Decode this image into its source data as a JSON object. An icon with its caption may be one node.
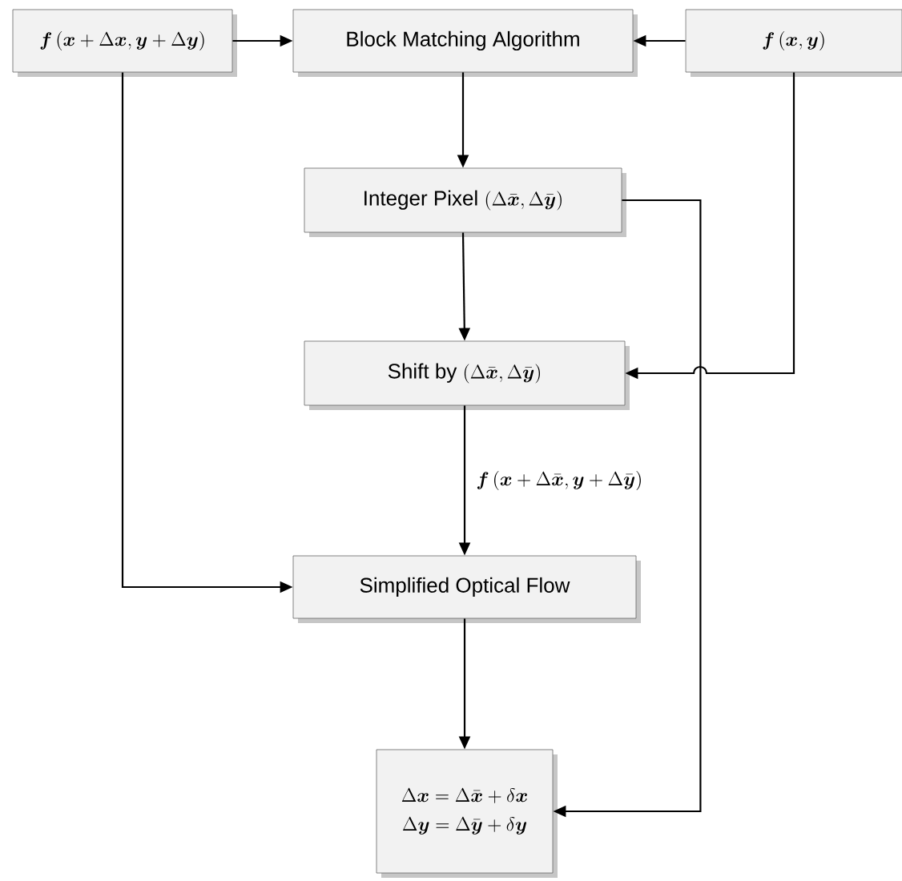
{
  "diagram": {
    "nodes": [
      {
        "text": [
          "\\boldsymbol{f}\\left(\\boldsymbol{x}+\\Delta\\boldsymbol{x},\\boldsymbol{y}+\\Delta\\boldsymbol{y}\\right)"
        ]
      },
      {
        "text": [
          "Block Matching Algorithm"
        ]
      },
      {
        "text": [
          "\\boldsymbol{f}\\left(\\boldsymbol{x},\\boldsymbol{y}\\right)"
        ]
      },
      {
        "text": [
          "Integer Pixel",
          "\\left(\\Delta\\bar{\\boldsymbol{x}},\\Delta\\bar{\\boldsymbol{y}}\\right)"
        ]
      },
      {
        "text": [
          "Shift by",
          "\\left(\\Delta\\bar{\\boldsymbol{x}},\\Delta\\bar{\\boldsymbol{y}}\\right)"
        ]
      },
      {
        "text": [
          "Simplified Optical Flow"
        ]
      },
      {
        "text": [
          "\\Delta\\boldsymbol{x}=\\Delta\\bar{\\boldsymbol{x}}+\\delta\\boldsymbol{x}",
          "\\Delta\\boldsymbol{y}=\\Delta\\bar{\\boldsymbol{y}}+\\delta\\boldsymbol{y}"
        ]
      }
    ],
    "edges": [
      {
        "from": 0,
        "to": 1,
        "arrow": "to"
      },
      {
        "from": 2,
        "to": 1,
        "arrow": "to"
      },
      {
        "from": 1,
        "to": 3,
        "arrow": "to"
      },
      {
        "from": 3,
        "to": 4,
        "arrow": "to"
      },
      {
        "from": 2,
        "to": 4,
        "arrow": "to"
      },
      {
        "from": 4,
        "to": 5,
        "arrow": "to",
        "label": "\\boldsymbol{f}\\left(\\boldsymbol{x}+\\Delta\\bar{\\boldsymbol{x}},\\boldsymbol{y}+\\Delta\\bar{\\boldsymbol{y}}\\right)"
      },
      {
        "from": 0,
        "to": 5,
        "arrow": "to"
      },
      {
        "from": 5,
        "to": 6,
        "arrow": "to"
      },
      {
        "from": 3,
        "to": 6,
        "arrow": "to"
      }
    ]
  }
}
